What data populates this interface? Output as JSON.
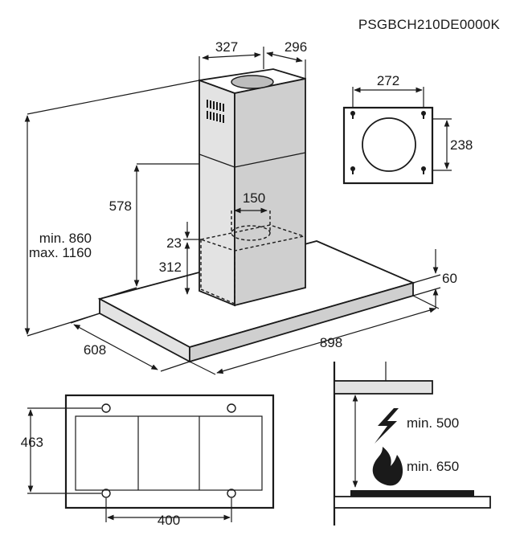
{
  "model_code": "PSGBCH210DE0000K",
  "hood_dimensions": {
    "chimney_width": "327",
    "chimney_depth": "296",
    "duct_diameter": "150",
    "chimney_lower_height": "578",
    "outlet_offset": "23",
    "cover_height": "312",
    "height_range_line1": "min. 860",
    "height_range_line2": "max. 1160",
    "canopy_thickness": "60",
    "canopy_depth": "608",
    "canopy_width": "898"
  },
  "ceiling_bracket": {
    "hole_spacing_horizontal": "272",
    "hole_spacing_vertical": "238"
  },
  "underside_view": {
    "depth": "463",
    "hole_spacing": "400"
  },
  "installation_clearances": {
    "electric_hob": "min. 500",
    "gas_hob": "min. 650"
  }
}
